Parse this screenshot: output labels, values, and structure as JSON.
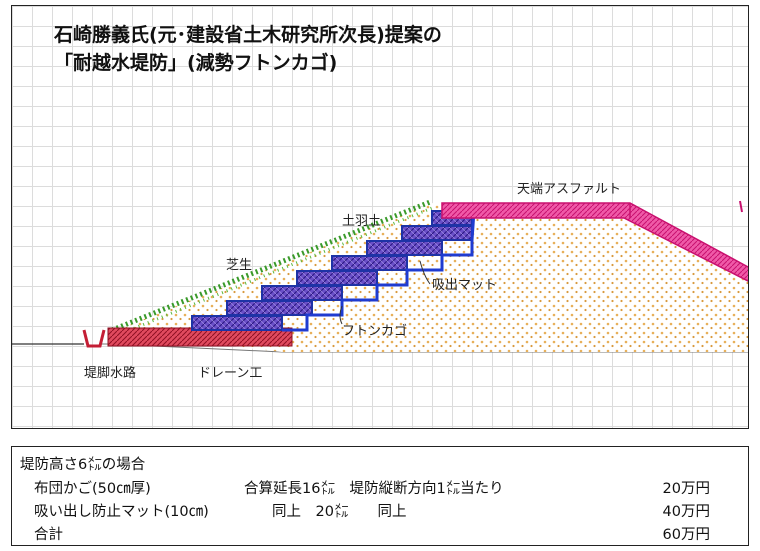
{
  "title": {
    "line1": "石崎勝義氏(元･建設省土木研究所次長)提案の",
    "line2": "「耐越水堤防」(減勢フトンカゴ)"
  },
  "labels": {
    "tenba_asphalt": "天端アスファルト",
    "soil": "土羽土",
    "turf": "芝生",
    "suction_mat": "吸出マット",
    "futon_kago": "フトンカゴ",
    "toe_channel": "堤脚水路",
    "drain_work": "ドレーン工"
  },
  "colors": {
    "asphalt": "#e0248a",
    "gabion": "#4b2aa8",
    "gabion_edge": "#1e33a6",
    "drain": "#c41e35",
    "turf": "#3a9a2a",
    "soil": "#e8b05a"
  },
  "cost": {
    "header": "堤防高さ6㍍の場合",
    "rows": [
      {
        "item": "布団かご(50㎝厚)",
        "spec": "合算延長16㍍　堤防縦断方向1㍍当たり",
        "price": "20万円"
      },
      {
        "item": "吸い出し防止マット(10㎝)",
        "spec": "同上　20㍍　　同上",
        "price": "40万円"
      },
      {
        "item": "合計",
        "spec": "",
        "price": "60万円"
      }
    ]
  }
}
